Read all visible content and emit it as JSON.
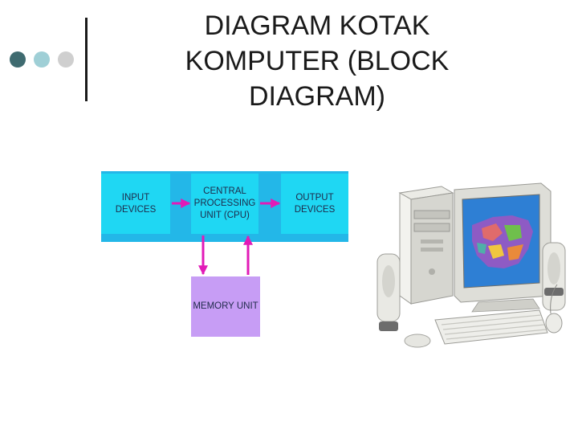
{
  "slide": {
    "title_lines": [
      "DIAGRAM KOTAK",
      "KOMPUTER (BLOCK",
      "DIAGRAM)"
    ]
  },
  "diagram": {
    "input_label": "INPUT\nDEVICES",
    "cpu_label": "CENTRAL\nPROCESSING\nUNIT (CPU)",
    "output_label": "OUTPUT\nDEVICES",
    "memory_label": "MEMORY UNIT"
  },
  "colors": {
    "dot_dark": "#3f6b70",
    "dot_mid": "#9fcfd6",
    "dot_light": "#cfcfcf",
    "bar": "#1a1a1a",
    "panel_blue": "#23b7e8",
    "box_cyan": "#1fd7f3",
    "memory_purple": "#c79df5",
    "arrow_magenta": "#e21bb7"
  },
  "icons": {
    "computer_illustration": "desktop-computer-with-map-screen"
  }
}
